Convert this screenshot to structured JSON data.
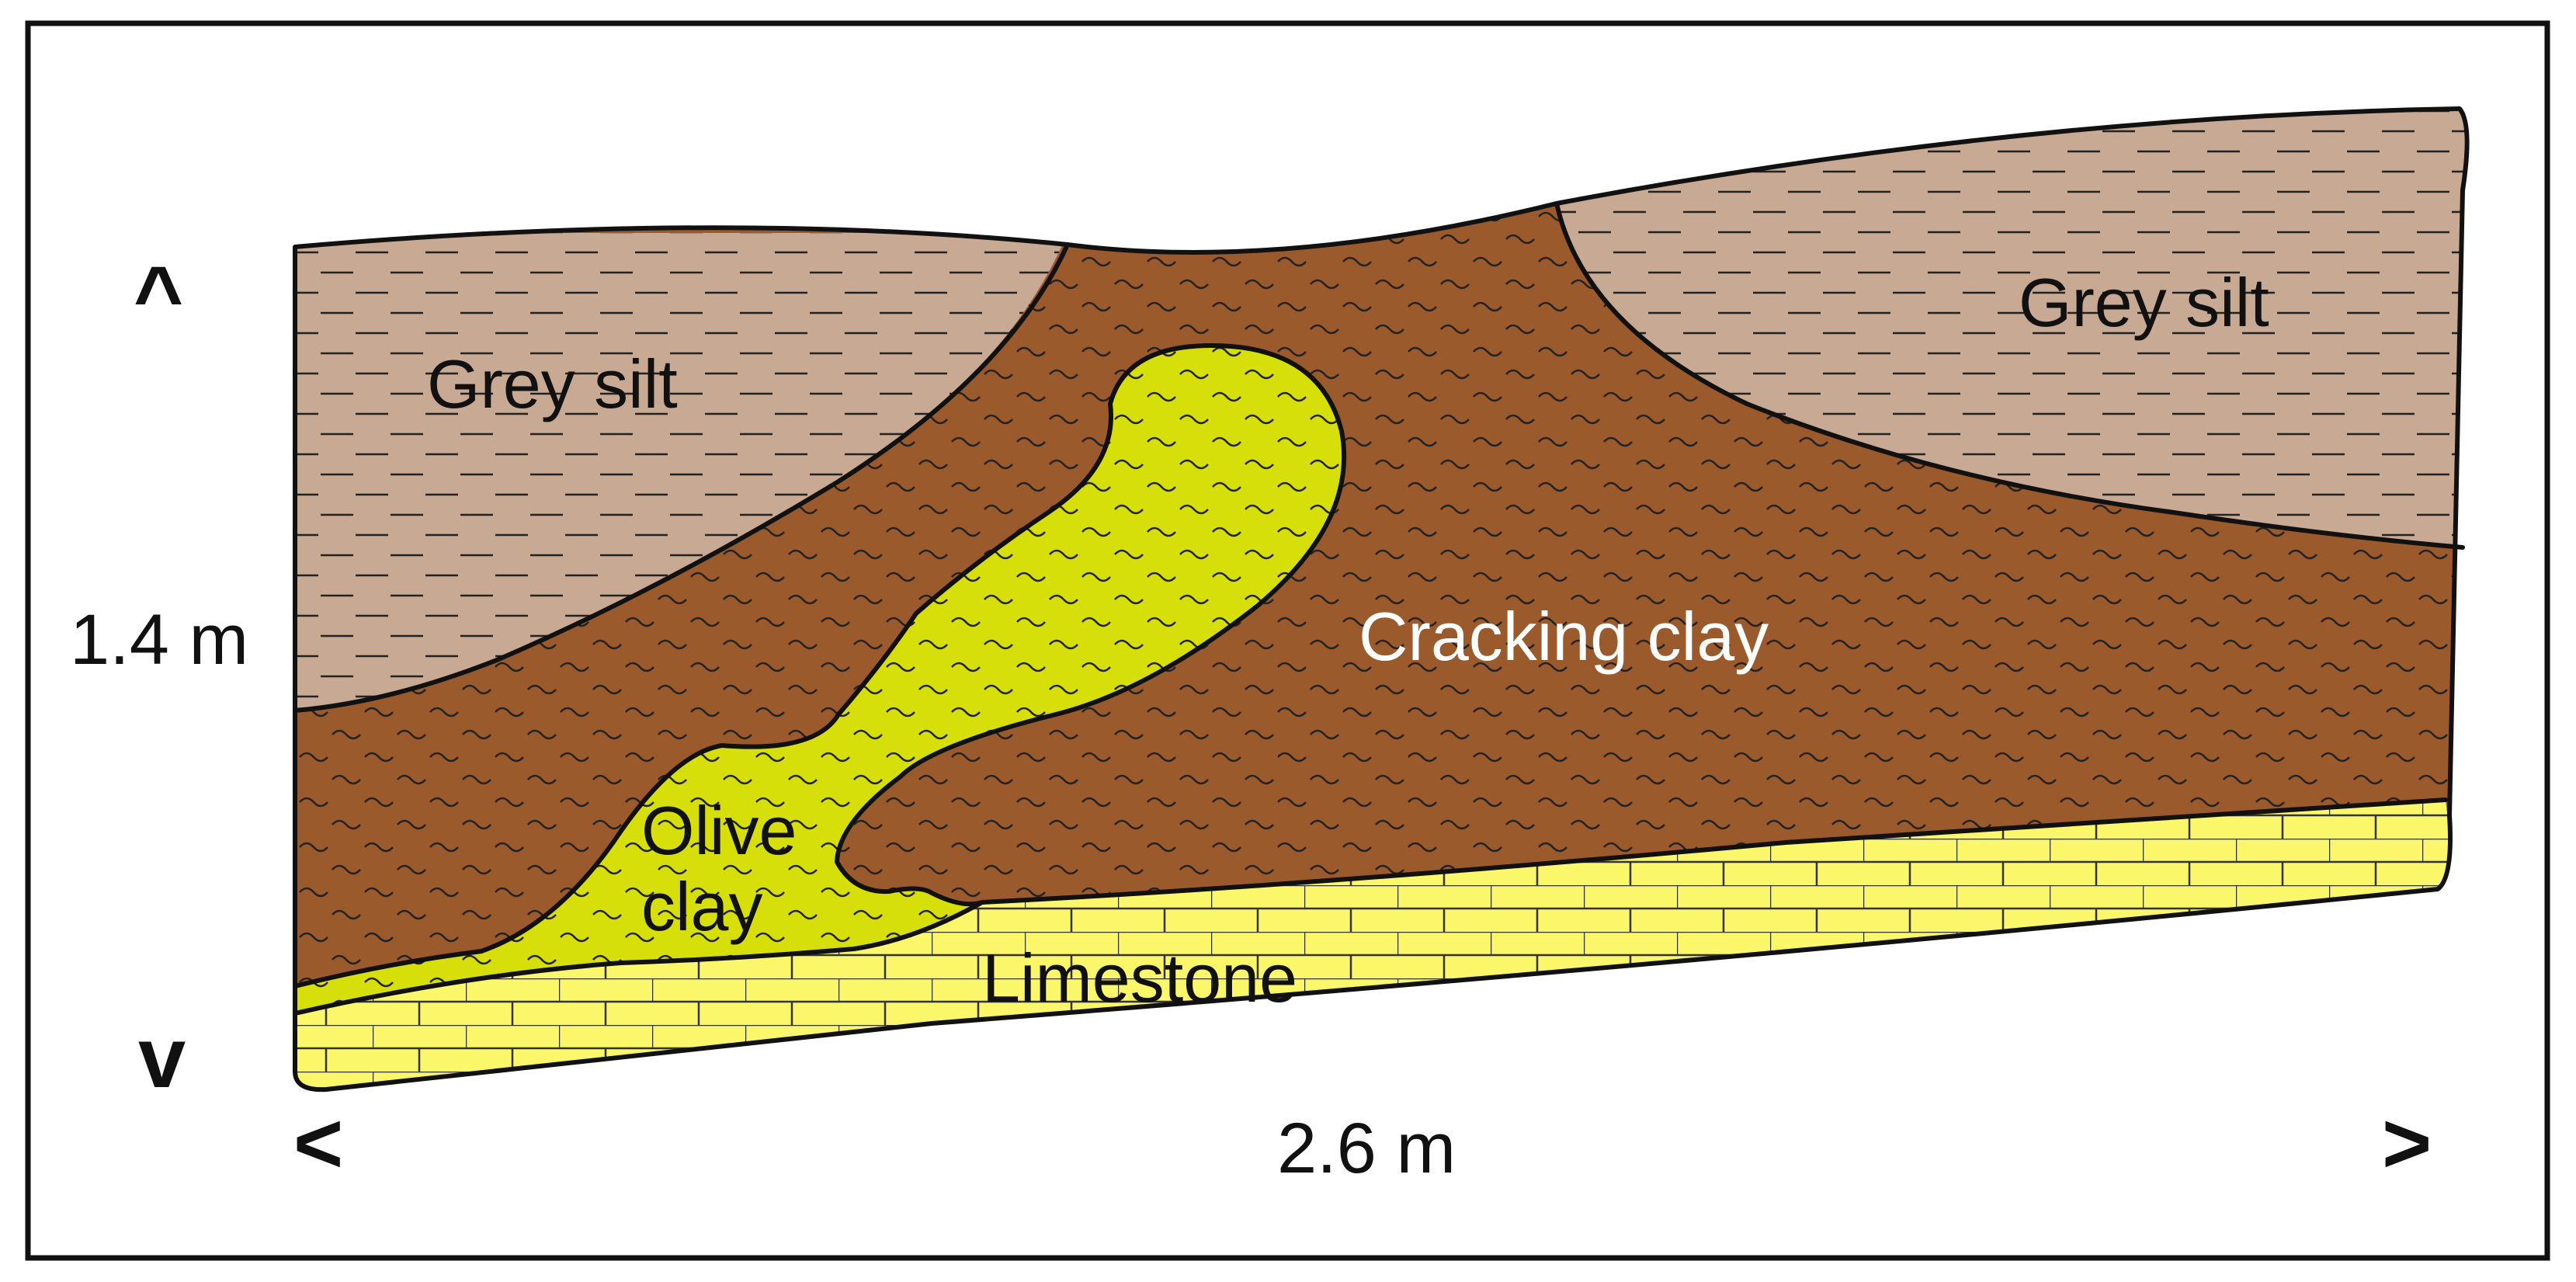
{
  "diagram": {
    "labels": {
      "grey_silt_left": "Grey silt",
      "grey_silt_right": "Grey silt",
      "cracking_clay": "Cracking clay",
      "olive_clay_line1": "Olive",
      "olive_clay_line2": "clay",
      "limestone": "Limestone"
    },
    "dimensions": {
      "height": "1.4 m",
      "width": "2.6 m"
    },
    "arrows": {
      "up": "^",
      "down": "v",
      "left": "<",
      "right": ">"
    },
    "colors": {
      "grey_silt": "#c8a993",
      "cracking_clay": "#9a5a2c",
      "olive_clay": "#d7df0b",
      "limestone": "#fbf76a",
      "outline": "#111111",
      "label_dark": "#111111",
      "label_light": "#ffffff"
    }
  }
}
